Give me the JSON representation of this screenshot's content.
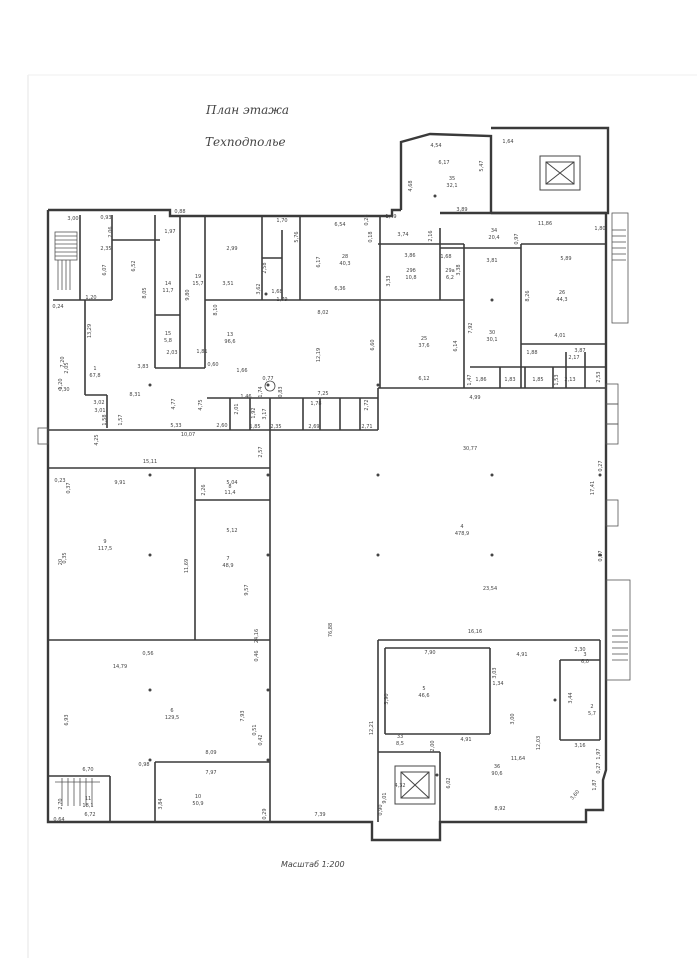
{
  "header": {
    "title_line1": "План этажа",
    "title_line2": "Техподполье"
  },
  "footer": {
    "scale_label": "Масштаб 1:200"
  },
  "rooms": [
    {
      "id": "r1",
      "number": "1",
      "area": "67,8"
    },
    {
      "id": "r2",
      "number": "2",
      "area": "5,7"
    },
    {
      "id": "r3",
      "number": "3",
      "area": "6,0"
    },
    {
      "id": "r4",
      "number": "4",
      "area": "478,9"
    },
    {
      "id": "r5",
      "number": "5",
      "area": "46,6"
    },
    {
      "id": "r6",
      "number": "6",
      "area": "129,5"
    },
    {
      "id": "r7",
      "number": "7",
      "area": "48,9"
    },
    {
      "id": "r8",
      "number": "8",
      "area": "11,4"
    },
    {
      "id": "r9",
      "number": "9",
      "area": "117,5"
    },
    {
      "id": "r10",
      "number": "10",
      "area": "50,9"
    },
    {
      "id": "r11",
      "number": "11",
      "area": "18,1"
    },
    {
      "id": "r13",
      "number": "13",
      "area": "96,6"
    },
    {
      "id": "r14",
      "number": "14",
      "area": "11,7"
    },
    {
      "id": "r15",
      "number": "15",
      "area": "5,8"
    },
    {
      "id": "r19",
      "number": "19",
      "area": "15,7"
    },
    {
      "id": "r25",
      "number": "25",
      "area": "37,6"
    },
    {
      "id": "r26",
      "number": "26",
      "area": "44,3"
    },
    {
      "id": "r28",
      "number": "28",
      "area": "40,3"
    },
    {
      "id": "r29a",
      "number": "29а",
      "area": "6,2"
    },
    {
      "id": "r29b",
      "number": "29б",
      "area": "10,8"
    },
    {
      "id": "r30",
      "number": "30",
      "area": "30,1"
    },
    {
      "id": "r33",
      "number": "33",
      "area": "8,5"
    },
    {
      "id": "r34",
      "number": "34",
      "area": "20,4"
    },
    {
      "id": "r35",
      "number": "35",
      "area": "32,1"
    },
    {
      "id": "r36",
      "number": "36",
      "area": "90,6"
    }
  ],
  "dimensions": {
    "d3_00": "3,00",
    "d0_93": "0,93",
    "d2_06": "2,06",
    "d1_97": "1,97",
    "d0_88": "0,88",
    "d1_70": "1,70",
    "d6_54": "6,54",
    "d5_76": "5,76",
    "d6_17": "6,17",
    "d6_36": "6,36",
    "d8_02": "8,02",
    "d6_60": "6,60",
    "d12_19": "12,19",
    "d7_25": "7,25",
    "d3_86": "3,86",
    "d3_81": "3,81",
    "d5_89": "5,89",
    "d8_26": "8,26",
    "d7_92": "7,92",
    "d6_14": "6,14",
    "d6_12": "6,12",
    "d11_86": "11,86",
    "d4_54": "4,54",
    "d1_64": "1,64",
    "d6_17b": "6,17",
    "d5_47": "5,47",
    "d4_68": "4,68",
    "d3_89": "3,89",
    "d4_99": "4,99",
    "d30_77": "30,77",
    "d17_41": "17,41",
    "d23_54": "23,54",
    "d16_16": "16,16",
    "d15_11": "15,11",
    "d9_91": "9,91",
    "d11_69": "11,69",
    "d5_12": "5,12",
    "d9_57": "9,57",
    "d5_04": "5,04",
    "d2_26": "2,26",
    "d24_16": "24,16",
    "d76_88": "76,88",
    "d14_79": "14,79",
    "d7_93": "7,93",
    "d6_93": "6,93",
    "d8_09": "8,09",
    "d6_70": "6,70",
    "d7_97": "7,97",
    "d6_72": "6,72",
    "d7_39": "7,39",
    "d8_92": "8,92",
    "d7_90": "7,90",
    "d3_03": "3,03",
    "d5_90": "5,90",
    "d4_91": "4,91",
    "d4_91b": "4,91",
    "d11_64": "11,64",
    "d12_03": "12,03",
    "d3_00b": "3,00",
    "d2_30": "2,30",
    "d3_44": "3,44",
    "d3_16": "3,16",
    "d1_34": "1,34",
    "d12_21": "12,21",
    "d2_00": "2,00",
    "d4_32": "4,32",
    "d6_02": "6,02",
    "d9_01": "9,01",
    "d10_07": "10,07",
    "d5_33": "5,33",
    "d2_60": "2,60",
    "d4_75": "4,75",
    "d4_77": "4,77",
    "d8_31": "8,31",
    "d3_83": "3,83",
    "d3_02": "3,02",
    "d3_01": "3,01",
    "d4_25": "4,25",
    "d7_20": "7,20",
    "d13_29": "13,29",
    "d1_20": "1,20",
    "d6_07": "6,07",
    "d2_35": "2,35",
    "d6_52": "6,52",
    "d8_05": "8,05",
    "d9_80": "9,80",
    "d3_51": "3,51",
    "d8_10": "8,10",
    "d2_99": "2,99",
    "d1_68": "1,68",
    "d1_79": "1,79",
    "d3_62": "3,62",
    "d2_58": "2,58",
    "d1_81": "1,81",
    "d2_03": "2,03",
    "d0_60": "0,60",
    "d2_72": "2,72",
    "d2_71": "2,71",
    "d2_69": "2,69",
    "d2_35b": "2,35",
    "d1_85": "1,85",
    "d1_78": "1,78",
    "d0_77": "0,77",
    "d2_57": "2,57",
    "d0_23": "0,23",
    "d0_37": "0,37",
    "d0_27": "0,27",
    "d0_27b": "0,27",
    "d0_27c": "0,27",
    "d0_29": "0,29",
    "d0_90": "0,90",
    "d0_64": "0,64",
    "d1_57": "1,57",
    "d1_58": "1,58",
    "d3_60": "3,60",
    "d1_97b": "1,97",
    "d1_87": "1,87",
    "d1_80": "1,80",
    "d4_01": "4,01",
    "d3_87": "3,87",
    "d2_17": "2,17",
    "d1_88": "1,88",
    "d1_47": "1,47",
    "d1_86": "1,86",
    "d1_83": "1,83",
    "d1_85b": "1,85",
    "d2_53": "2,53",
    "d2_13": "2,13",
    "d1_53": "1,53",
    "d2_16": "2,16",
    "d3_74": "3,74",
    "d0_18": "0,18",
    "d1_49": "1,49",
    "d0_28": "0,28",
    "d3_33": "3,33",
    "d1_68b": "1,68",
    "d3_38": "3,38",
    "d0_97": "0,97",
    "d2_05": "2,05",
    "d0_24": "0,24",
    "d1_20b": "1,20",
    "d0_30": "0,30",
    "d0_46": "0,46",
    "d0_51": "0,51",
    "d0_42": "0,42",
    "d0_56": "0,56",
    "d3_84": "3,84",
    "d2_70": "2,70",
    "d0_98": "0,98",
    "d1_92": "1,92",
    "d3_17": "3,17",
    "d1_66": "1,66",
    "d1_74": "1,74",
    "d2_01": "2,01",
    "d1_46": "1,46",
    "d0_83": "0,83",
    "d0_35": "0,35",
    "d20": "20"
  }
}
